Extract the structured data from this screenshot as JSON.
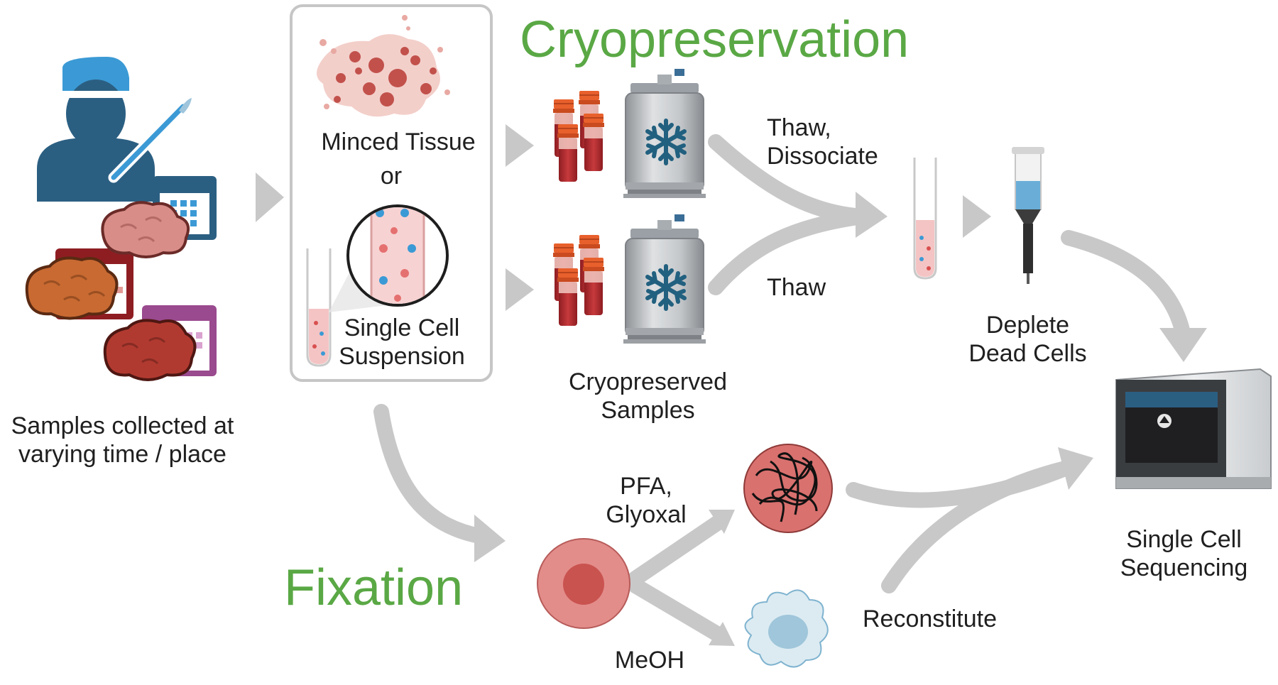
{
  "titles": {
    "cryopreservation": "Cryopreservation",
    "fixation": "Fixation"
  },
  "labels": {
    "samples_collected": [
      "Samples collected at",
      "varying  time / place"
    ],
    "minced_tissue": "Minced Tissue",
    "or": "or",
    "single_cell_suspension": [
      "Single Cell",
      "Suspension"
    ],
    "thaw_dissociate": [
      "Thaw,",
      "Dissociate"
    ],
    "thaw": "Thaw",
    "cryopreserved_samples": [
      "Cryopreserved",
      "Samples"
    ],
    "deplete_dead_cells": [
      "Deplete",
      "Dead Cells"
    ],
    "single_cell_sequencing": [
      "Single Cell",
      "Sequencing"
    ],
    "pfa_glyoxal": [
      "PFA,",
      "Glyoxal"
    ],
    "meoh": "MeOH",
    "reconstitute": "Reconstitute"
  },
  "colors": {
    "title_green": "#5aa845",
    "arrow_grey": "#c8c8c8",
    "surgeon_blue": "#2b5f82",
    "cap_blue": "#3b9ad5",
    "tube_red": "#b8262a",
    "cap_orange": "#e8602c",
    "tank_grey": "#b9bcc0",
    "snowflake_blue": "#22607f",
    "fixed_cell_red": "#d9716f",
    "meoh_cell_blue": "#cfe4ef"
  },
  "icons": [
    "surgeon-icon",
    "scalpel-icon",
    "calendar-icon",
    "tissue-icon",
    "test-tube-icon",
    "magnifier-icon",
    "cryovial-icon",
    "cryo-tank-icon",
    "snowflake-icon",
    "syringe-column-icon",
    "cell-icon",
    "sequencer-icon"
  ]
}
